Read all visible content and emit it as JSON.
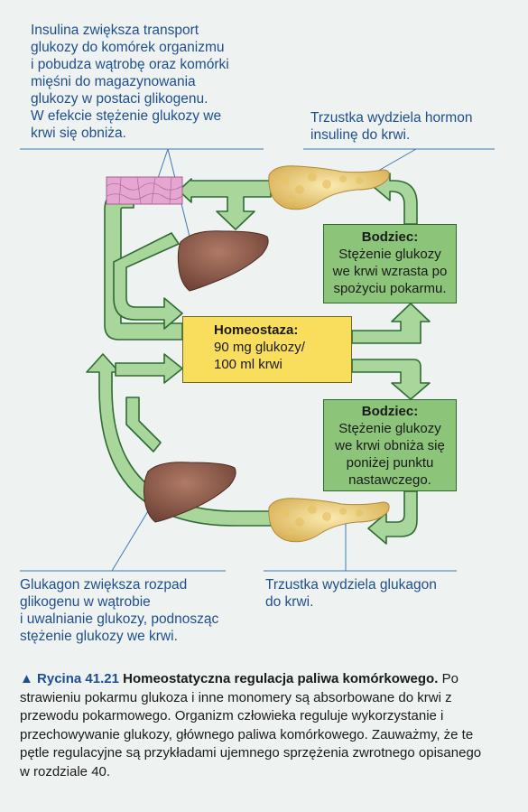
{
  "annotations": {
    "insulin_effect": "Insulina zwiększa transport\nglukozy do komórek organizmu\ni pobudza wątrobę oraz komórki\nmięśni do magazynowania\nglukozy w postaci glikogenu.\nW efekcie stężenie glukozy we\nkrwi się obniża.",
    "pancreas_insulin": "Trzustka wydziela hormon\ninsulinę do krwi.",
    "glucagon_effect": "Glukagon zwiększa rozpad\nglikogenu w wątrobie\ni uwalnianie glukozy, podnosząc\nstężenie glukozy we krwi.",
    "pancreas_glucagon": "Trzustka wydziela glukagon\ndo krwi."
  },
  "boxes": {
    "stimulus_up": {
      "title": "Bodziec:",
      "text": "Stężenie glukozy\nwe krwi wzrasta po\nspożyciu pokarmu."
    },
    "homeostasis": {
      "title": "Homeostaza:",
      "text": "90 mg glukozy/\n100 ml krwi"
    },
    "stimulus_down": {
      "title": "Bodziec:",
      "text": "Stężenie glukozy\nwe krwi obniża się\nponiżej punktu\nnastawczego."
    }
  },
  "caption": {
    "marker": "▲",
    "figure": "Rycina 41.21",
    "title": "Homeostatyczna regulacja paliwa komórkowego.",
    "body": "Po strawieniu pokarmu glukoza i inne monomery są absorbowane do krwi z przewodu pokarmowego. Organizm człowieka reguluje wykorzystanie i przechowywanie glukozy, głównego paliwa komórkowego. Zauważmy, że te pętle regulacyjne są przykładami ujemnego sprzężenia zwrotnego opisanego w rozdziale 40."
  },
  "colors": {
    "arrow_fill": "#a9d79b",
    "arrow_stroke": "#2f6b35",
    "stimulus_box": "#8cc57a",
    "homeostasis_box": "#f9de5e",
    "text_blue": "#1f4e8c",
    "liver": "#8a5a4c",
    "pancreas": "#efcf78",
    "cells": "#e3a1cf"
  }
}
